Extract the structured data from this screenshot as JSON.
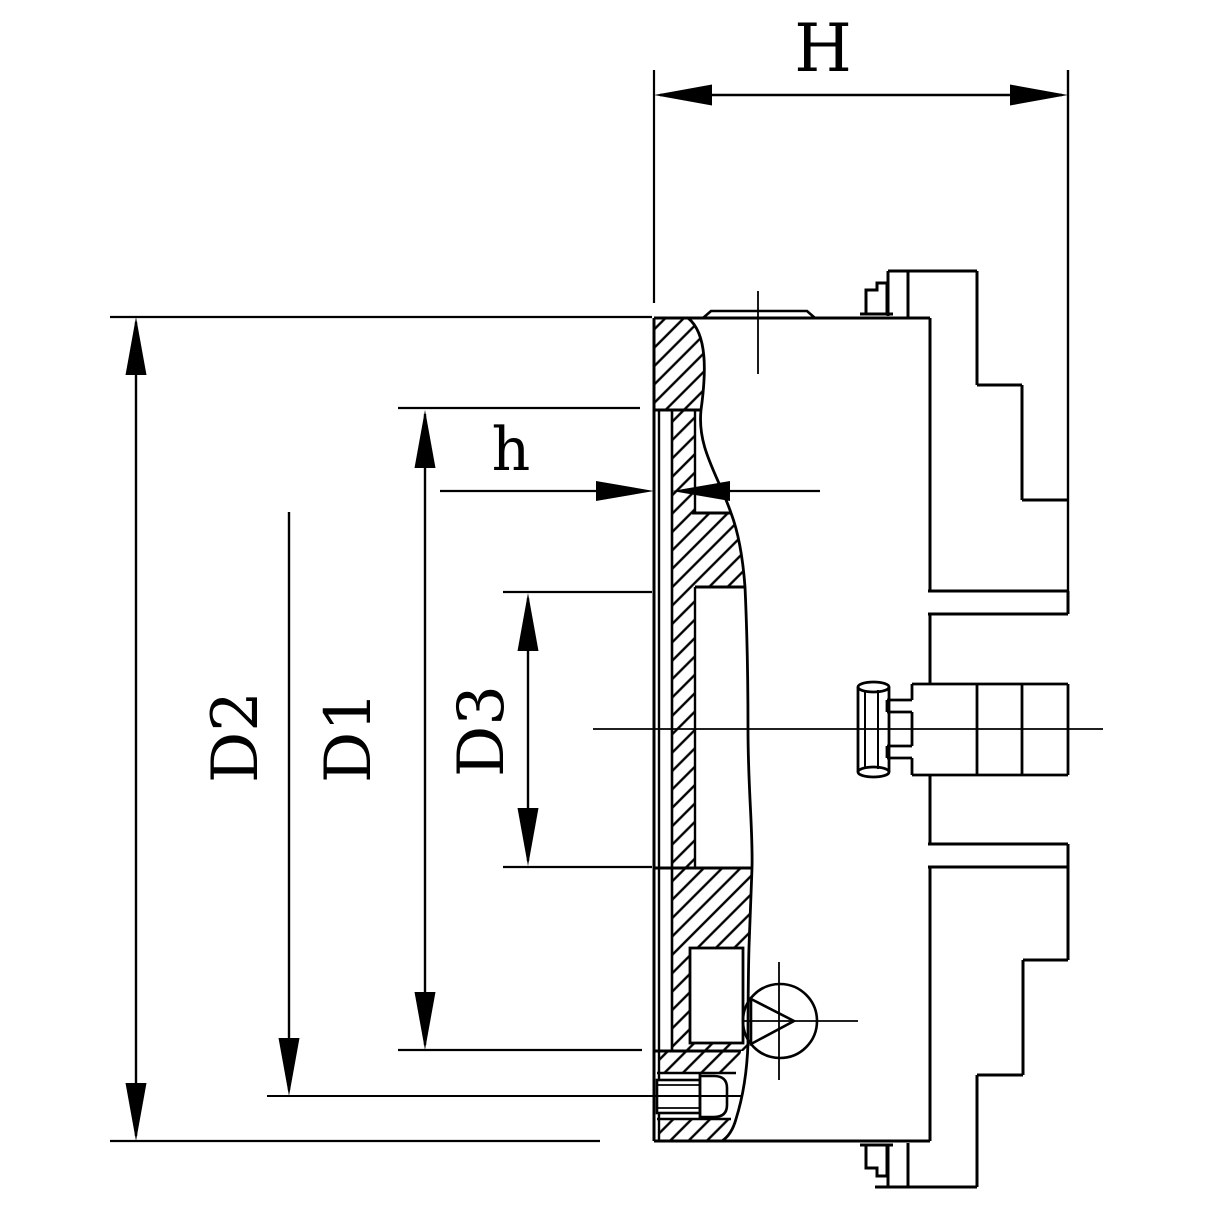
{
  "drawing": {
    "title": "Lathe chuck / back plate cross-section dimension drawing",
    "style": {
      "line_color": "#000000",
      "background_color": "#ffffff"
    },
    "dimensions": {
      "H": "H",
      "h": "h",
      "D1": "D1",
      "D2": "D2",
      "D3": "D3"
    }
  }
}
